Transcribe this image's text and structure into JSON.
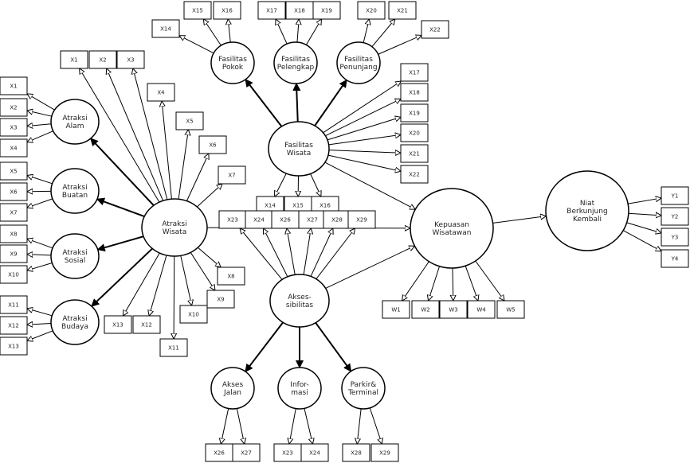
{
  "diagram": {
    "constructs": {
      "atraksi_alam": [
        "Atraksi",
        "Alam"
      ],
      "atraksi_buatan": [
        "Atraksi",
        "Buatan"
      ],
      "atraksi_sosial": [
        "Atraksi",
        "Sosial"
      ],
      "atraksi_budaya": [
        "Atraksi",
        "Budaya"
      ],
      "atraksi_wisata": [
        "Atraksi",
        "Wisata"
      ],
      "fasilitas_pokok": [
        "Fasilitas",
        "Pokok"
      ],
      "fasilitas_pelengkap": [
        "Fasilitas",
        "Pelengkap"
      ],
      "fasilitas_penunjang": [
        "Fasilitas",
        "Penunjang"
      ],
      "fasilitas_wisata": [
        "Fasilitas",
        "Wisata"
      ],
      "kepuasan_wisatawan": [
        "Kepuasan",
        "Wisatawan"
      ],
      "niat_berkunjung_kembali": [
        "Niat",
        "Berkunjung",
        "Kembali"
      ],
      "aksesibilitas": [
        "Akses-",
        "sibilitas"
      ],
      "akses_jalan": [
        "Akses",
        "Jalan"
      ],
      "informasi": [
        "Infor-",
        "masi"
      ],
      "parkir_terminal": [
        "Parkir&",
        "Terminal"
      ]
    },
    "indicators": {
      "alam": [
        "X1",
        "X2",
        "X3",
        "X4"
      ],
      "buatan": [
        "X5",
        "X6",
        "X7"
      ],
      "sosial": [
        "X8",
        "X9",
        "X10"
      ],
      "budaya": [
        "X11",
        "X12",
        "X13"
      ],
      "wisata_top_row": [
        "X1",
        "X2",
        "X3"
      ],
      "wisata_diagonal": [
        "X4",
        "X5",
        "X6",
        "X7"
      ],
      "wisata_bottom": [
        "X8",
        "X9",
        "X10",
        "X11",
        "X12",
        "X13"
      ],
      "pokok": [
        "X14",
        "X15",
        "X16"
      ],
      "pelengkap": [
        "X17",
        "X18",
        "X19"
      ],
      "penunjang": [
        "X20",
        "X21",
        "X22"
      ],
      "fasilitas_right": [
        "X17",
        "X18",
        "X19",
        "X20",
        "X21",
        "X22"
      ],
      "fasilitas_bottom": [
        "X14",
        "X15",
        "X16"
      ],
      "aksesibilitas_top": [
        "X23",
        "X24",
        "X26",
        "X27",
        "X28",
        "X29"
      ],
      "kepuasan": [
        "W1",
        "W2",
        "W3",
        "W4",
        "W5"
      ],
      "niat": [
        "Y1",
        "Y2",
        "Y3",
        "Y4"
      ],
      "jalan": [
        "X26",
        "X27"
      ],
      "informasi": [
        "X23",
        "X24"
      ],
      "parkir": [
        "X28",
        "X29"
      ]
    }
  }
}
